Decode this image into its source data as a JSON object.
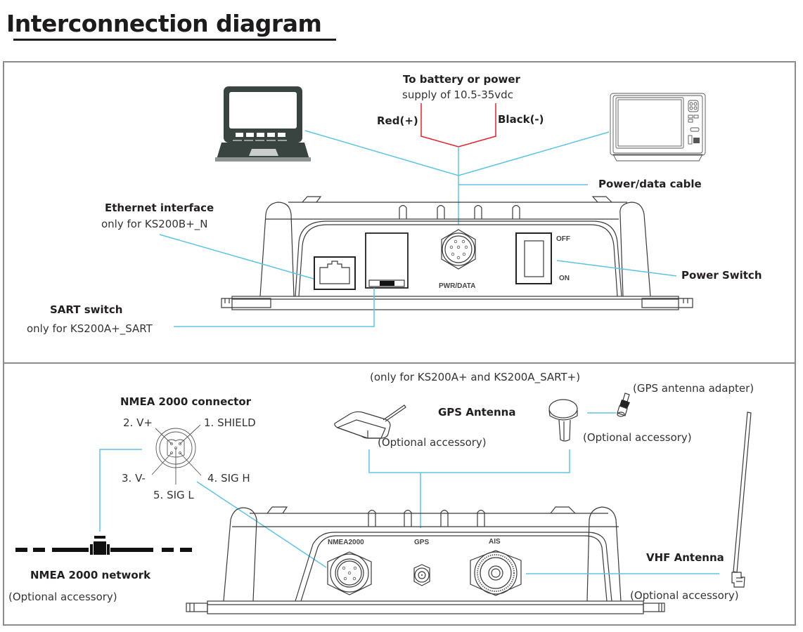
{
  "title": "Interconnection diagram",
  "top_panel": {
    "power_heading": "To battery or power",
    "power_sub": "supply of 10.5-35vdc",
    "red_label": "Red(+)",
    "black_label": "Black(-)",
    "power_data_cable": "Power/data cable",
    "ethernet_heading": "Ethernet interface",
    "ethernet_sub": "only for KS200B+_N",
    "sart_heading": "SART switch",
    "sart_sub": "only for KS200A+_SART",
    "power_switch": "Power Switch",
    "switch_off": "OFF",
    "switch_on": "ON",
    "pwr_port": "PWR/DATA"
  },
  "bottom_panel": {
    "gps_note": "(only for KS200A+ and KS200A_SART+)",
    "gps_adapter": "(GPS antenna adapter)",
    "gps_antenna": "GPS Antenna",
    "gps_opt_left": "(Optional accessory)",
    "gps_opt_right": "(Optional accessory)",
    "nmea_connector": "NMEA 2000 connector",
    "pins": {
      "p1": "1. SHIELD",
      "p2": "2. V+",
      "p3": "3. V-",
      "p4": "4. SIG H",
      "p5": "5. SIG L"
    },
    "nmea_network": "NMEA 2000 network",
    "nmea_opt": "(Optional accessory)",
    "port_nmea": "NMEA2000",
    "port_gps": "GPS",
    "port_ais": "AIS",
    "vhf_antenna": "VHF Antenna",
    "vhf_opt": "(Optional accessory)"
  },
  "colors": {
    "leader_line": "#5bc4e6",
    "red_wire": "#e8212e",
    "text": "#231f20"
  }
}
